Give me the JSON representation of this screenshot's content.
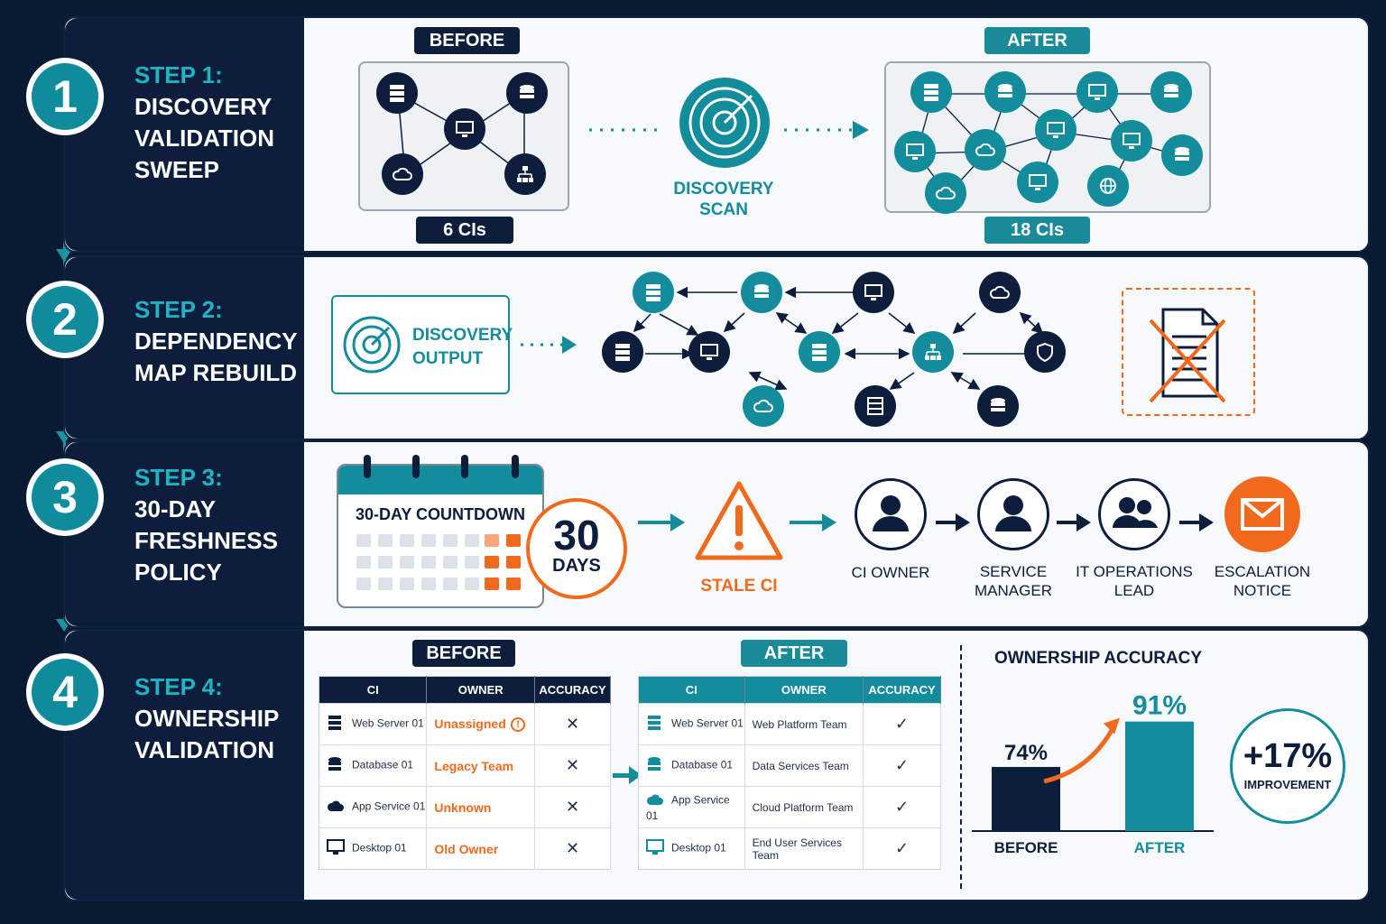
{
  "steps": [
    {
      "number": "1",
      "label": "STEP 1:",
      "title": "DISCOVERY\nVALIDATION\nSWEEP"
    },
    {
      "number": "2",
      "label": "STEP 2:",
      "title": "DEPENDENCY\nMAP REBUILD"
    },
    {
      "number": "3",
      "label": "STEP 3:",
      "title": "30-DAY\nFRESHNESS\nPOLICY"
    },
    {
      "number": "4",
      "label": "STEP 4:",
      "title": "OWNERSHIP\nVALIDATION"
    }
  ],
  "step1": {
    "before_label": "BEFORE",
    "after_label": "AFTER",
    "before_count": "6 CIs",
    "after_count": "18 CIs",
    "scan_label": "DISCOVERY\nSCAN"
  },
  "step2": {
    "output_label": "DISCOVERY\nOUTPUT"
  },
  "step3": {
    "calendar_title": "30-DAY COUNTDOWN",
    "days_number": "30",
    "days_label": "DAYS",
    "stale_label": "STALE CI",
    "chain": [
      "CI OWNER",
      "SERVICE\nMANAGER",
      "IT OPERATIONS\nLEAD",
      "ESCALATION\nNOTICE"
    ]
  },
  "step4": {
    "before_label": "BEFORE",
    "after_label": "AFTER",
    "columns": [
      "CI",
      "OWNER",
      "ACCURACY"
    ],
    "before_rows": [
      {
        "ci": "Web Server 01",
        "owner": "Unassigned",
        "icon": "server-icon"
      },
      {
        "ci": "Database 01",
        "owner": "Legacy Team",
        "icon": "database-icon"
      },
      {
        "ci": "App Service 01",
        "owner": "Unknown",
        "icon": "cloud-icon"
      },
      {
        "ci": "Desktop 01",
        "owner": "Old Owner",
        "icon": "desktop-icon"
      }
    ],
    "after_rows": [
      {
        "ci": "Web Server 01",
        "owner": "Web Platform Team",
        "icon": "server-icon"
      },
      {
        "ci": "Database 01",
        "owner": "Data Services Team",
        "icon": "database-icon"
      },
      {
        "ci": "App Service 01",
        "owner": "Cloud Platform Team",
        "icon": "cloud-icon"
      },
      {
        "ci": "Desktop 01",
        "owner": "End User Services Team",
        "icon": "desktop-icon"
      }
    ],
    "fail_mark": "✕",
    "pass_mark": "✓",
    "chart_title": "OWNERSHIP ACCURACY",
    "improvement_value": "+17%",
    "improvement_label": "IMPROVEMENT"
  },
  "colors": {
    "navy": "#0c1e3c",
    "teal": "#138c9c",
    "orange": "#f06a1e",
    "red": "#e23a2a",
    "green": "#1b9a3a"
  },
  "chart_data": {
    "type": "bar",
    "title": "OWNERSHIP ACCURACY",
    "categories": [
      "BEFORE",
      "AFTER"
    ],
    "values": [
      74,
      91
    ],
    "value_labels": [
      "74%",
      "91%"
    ],
    "ylim": [
      0,
      100
    ]
  }
}
